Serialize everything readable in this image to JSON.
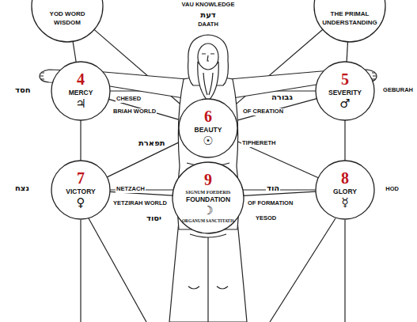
{
  "diagram": {
    "nodes": [
      {
        "text": [
          "YOD WORD",
          "WISDOM"
        ]
      },
      {
        "text": [
          "THE PRIMAL",
          "UNDERSTANDING"
        ]
      },
      {
        "text": [
          "4",
          "MERCY",
          "♃"
        ]
      },
      {
        "text": [
          "5",
          "SEVERITY",
          "♂"
        ]
      },
      {
        "text": [
          "6",
          "BEAUTY",
          "☉"
        ]
      },
      {
        "text": [
          "7",
          "VICTORY",
          "♀"
        ]
      },
      {
        "text": [
          "8",
          "GLORY",
          "☿"
        ]
      },
      {
        "text": [
          "9",
          "SIGNUM FOEDERIS",
          "FOUNDATION",
          "☽",
          "ORGANUM SANCTITATIS"
        ]
      }
    ],
    "edges": [
      {
        "from": 0,
        "to": 2,
        "arrow": "none"
      },
      {
        "from": 1,
        "to": 3,
        "arrow": "none"
      },
      {
        "from": 0,
        "to": 4,
        "arrow": "none"
      },
      {
        "from": 1,
        "to": 4,
        "arrow": "none"
      },
      {
        "from": 2,
        "to": 3,
        "arrow": "none"
      },
      {
        "from": 2,
        "to": 4,
        "arrow": "none"
      },
      {
        "from": 3,
        "to": 4,
        "arrow": "none"
      },
      {
        "from": 2,
        "to": 5,
        "arrow": "none"
      },
      {
        "from": 3,
        "to": 6,
        "arrow": "none"
      },
      {
        "from": 4,
        "to": 5,
        "arrow": "none"
      },
      {
        "from": 4,
        "to": 6,
        "arrow": "none"
      },
      {
        "from": 5,
        "to": 6,
        "arrow": "none"
      },
      {
        "from": 5,
        "to": 7,
        "arrow": "none"
      },
      {
        "from": 6,
        "to": 7,
        "arrow": "none"
      },
      {
        "from": 4,
        "to": 7,
        "arrow": "none"
      }
    ],
    "labels": [
      "VAU KNOWLEDGE",
      "דעת",
      "DAATH",
      "חסד",
      "CHESED",
      "BRIAH WORLD",
      "גבורה",
      "OF CREATION",
      "GEBURAH",
      "תפארת",
      "TIPHERETH",
      "נצח",
      "NETZACH",
      "YETZIRAH WORLD",
      "יסוד",
      "הוד",
      "OF FORMATION",
      "YESOD",
      "HOD"
    ]
  }
}
